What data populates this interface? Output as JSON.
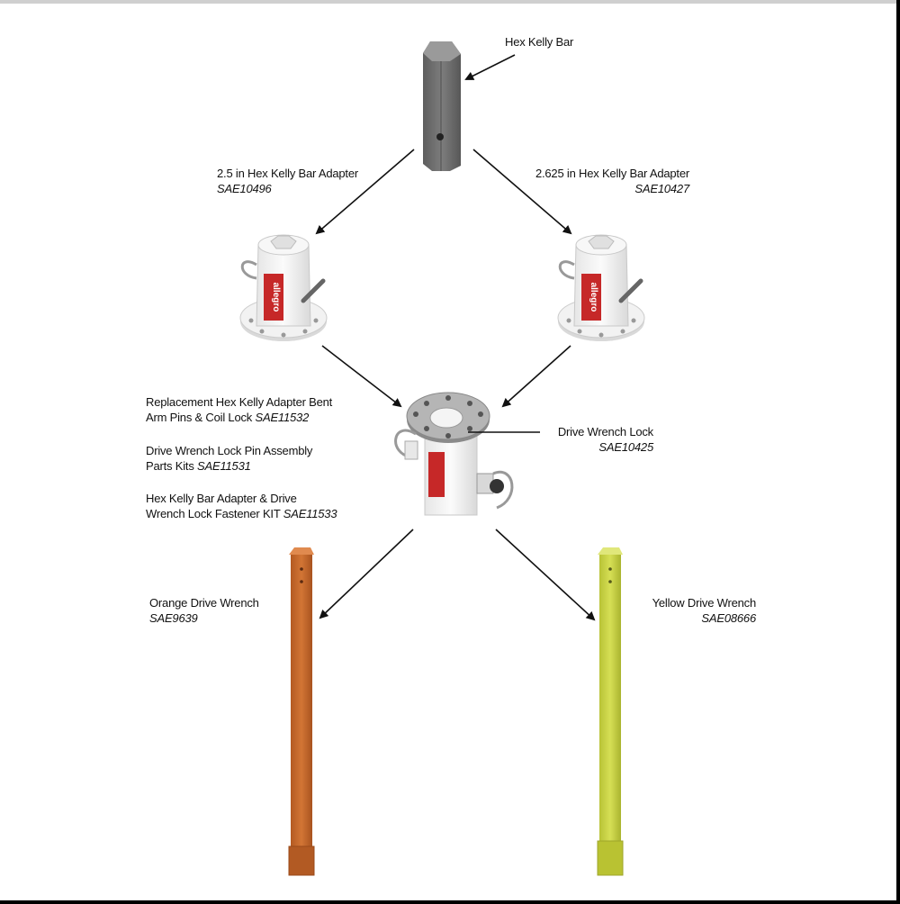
{
  "colors": {
    "kelly_bar": "#6f6f6f",
    "adapter_body": "#eeeeee",
    "brand_badge": "#c62828",
    "orange_wrench": "#c8672a",
    "yellow_wrench": "#c9d441",
    "arrow": "#111111"
  },
  "labels": {
    "hex_kelly_bar": {
      "title": "Hex Kelly Bar"
    },
    "adapter_25": {
      "title": "2.5 in Hex Kelly Bar Adapter",
      "part": "SAE10496"
    },
    "adapter_2625": {
      "title": "2.625 in Hex Kelly Bar Adapter",
      "part": "SAE10427"
    },
    "replacement_pins": {
      "line1": "Replacement Hex Kelly Adapter Bent",
      "line2": "Arm Pins & Coil Lock ",
      "part": "SAE11532"
    },
    "lock_pin_kit": {
      "line1": "Drive Wrench Lock Pin Assembly",
      "line2": "Parts Kits ",
      "part": "SAE11531"
    },
    "fastener_kit": {
      "line1": "Hex Kelly Bar Adapter & Drive",
      "line2": "Wrench Lock Fastener KIT ",
      "part": "SAE11533"
    },
    "drive_wrench_lock": {
      "title": "Drive Wrench Lock",
      "part": "SAE10425"
    },
    "orange_drive_wrench": {
      "title": "Orange Drive Wrench",
      "part": "SAE9639"
    },
    "yellow_drive_wrench": {
      "title": "Yellow Drive Wrench",
      "part": "SAE08666"
    }
  },
  "brand": {
    "text": "allegro"
  },
  "icons": {
    "kelly_bar": "hex-kelly-bar-icon",
    "adapter": "hex-kelly-bar-adapter-icon",
    "lock": "drive-wrench-lock-icon",
    "orange_wrench": "orange-drive-wrench-icon",
    "yellow_wrench": "yellow-drive-wrench-icon"
  }
}
